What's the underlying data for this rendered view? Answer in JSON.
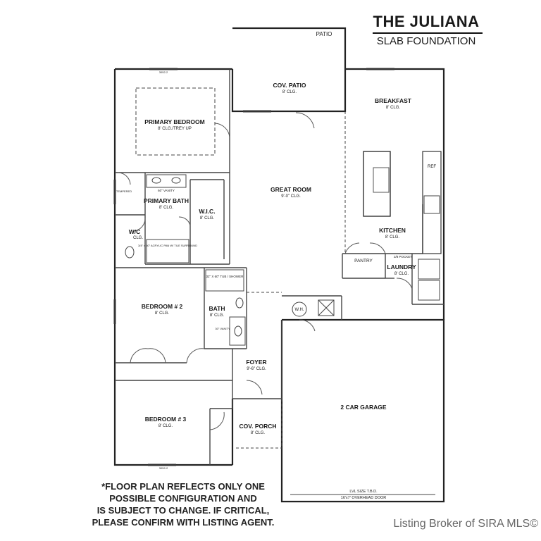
{
  "title": "THE JULIANA",
  "subtitle": "SLAB FOUNDATION",
  "note_lines": [
    "*FLOOR PLAN REFLECTS ONLY ONE",
    "POSSIBLE CONFIGURATION AND",
    "IS SUBJECT TO CHANGE. IF CRITICAL,",
    "PLEASE CONFIRM WITH LISTING AGENT."
  ],
  "watermark": "Listing Broker of SIRA MLS©",
  "rooms": {
    "patio": "PATIO",
    "cov_patio": "COV. PATIO",
    "cov_patio_clg": "8' CLG.",
    "breakfast": "BREAKFAST",
    "breakfast_clg": "8' CLG.",
    "primary_bedroom": "PRIMARY BEDROOM",
    "primary_bedroom_clg": "8' CLG./TREY UP",
    "great_room": "GREAT ROOM",
    "great_room_clg": "9'-0\" CLG.",
    "primary_bath": "PRIMARY BATH",
    "primary_bath_clg": "8' CLG.",
    "wic": "W.I.C.",
    "wic_clg": "8' CLG.",
    "wc": "W/C",
    "wc_clg": "CLG.",
    "kitchen": "KITCHEN",
    "kitchen_clg": "8' CLG.",
    "pantry": "PANTRY",
    "laundry": "LAUNDRY",
    "laundry_clg": "8' CLG.",
    "bedroom2": "BEDROOM # 2",
    "bedroom2_clg": "8' CLG.",
    "bath": "BATH",
    "bath_clg": "8' CLG.",
    "foyer": "FOYER",
    "foyer_clg": "9'-6\" CLG.",
    "garage": "2 CAR GARAGE",
    "bedroom3": "BEDROOM # 3",
    "bedroom3_clg": "8' CLG.",
    "cov_porch": "COV. PORCH",
    "cov_porch_clg": "8' CLG."
  },
  "fixtures": {
    "vanity_primary": "60\" VANITY",
    "shower_pan": "3/4\" x 60\" ACRYLIC PAN W/ TILE SURROUND",
    "tub_shower": "32\" X 60\" TUB / SHOWER",
    "vanity_bath": "30\" VANITY",
    "wh": "W.H.",
    "ref": "REF",
    "pocket": "2/8 POCKET",
    "lvl_size": "LVL SIZE T.B.D.",
    "overhead_door": "16'x7' OVERHEAD DOOR",
    "window_3052": "3052-2",
    "window_tempered": "TEMPERED"
  }
}
